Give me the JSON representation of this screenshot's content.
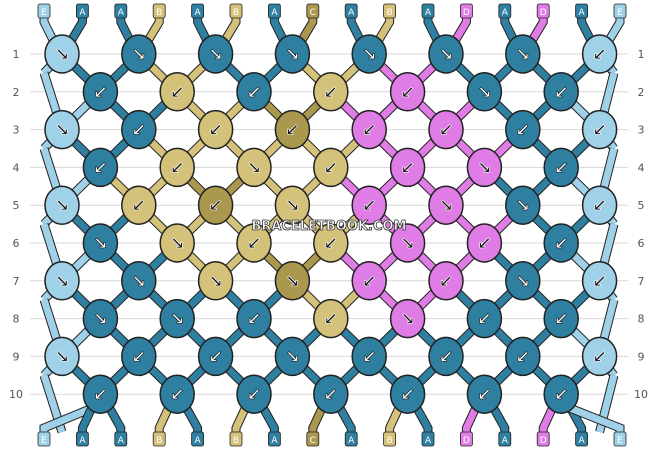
{
  "watermark": "BRACELETBOOK.COM",
  "strand_labels_top": [
    "E",
    "A",
    "A",
    "B",
    "A",
    "B",
    "A",
    "C",
    "A",
    "B",
    "A",
    "D",
    "A",
    "D",
    "A",
    "E"
  ],
  "strand_labels_bottom": [
    "E",
    "A",
    "A",
    "B",
    "A",
    "B",
    "A",
    "C",
    "A",
    "B",
    "A",
    "D",
    "A",
    "D",
    "A",
    "E"
  ],
  "row_labels": [
    "1",
    "2",
    "3",
    "4",
    "5",
    "6",
    "7",
    "8",
    "9",
    "10"
  ],
  "colors": {
    "A": "#2f7fa0",
    "B": "#d4c17a",
    "C": "#a9984d",
    "D": "#df7ce6",
    "E": "#9fd1e8",
    "outline": "#222222",
    "grid": "#d9d9d9"
  },
  "knots": {
    "odd_rows": [
      [
        "E",
        "↘"
      ],
      [
        "A",
        "↘"
      ],
      [
        "A",
        "↘"
      ],
      [
        "A",
        "↘"
      ],
      [
        "A",
        "↘"
      ],
      [
        "A",
        "↘"
      ],
      [
        "A",
        "↘"
      ],
      [
        "E",
        "↙"
      ]
    ],
    "row2": [
      [
        "A",
        "↙"
      ],
      [
        "B",
        "↙"
      ],
      [
        "A",
        "↙"
      ],
      [
        "B",
        "↙"
      ],
      [
        "D",
        "↙"
      ],
      [
        "A",
        "↘"
      ],
      [
        "A",
        "↙"
      ]
    ],
    "row3": [
      [
        "E",
        "↘"
      ],
      [
        "A",
        "↙"
      ],
      [
        "B",
        "↙"
      ],
      [
        "C",
        "↙"
      ],
      [
        "D",
        "↙"
      ],
      [
        "D",
        "↙"
      ],
      [
        "A",
        "↙"
      ],
      [
        "E",
        "↙"
      ]
    ],
    "row4": [
      [
        "A",
        "↙"
      ],
      [
        "B",
        "↙"
      ],
      [
        "B",
        "↘"
      ],
      [
        "B",
        "↙"
      ],
      [
        "D",
        "↙"
      ],
      [
        "D",
        "↘"
      ],
      [
        "A",
        "↙"
      ]
    ],
    "row5": [
      [
        "E",
        "↘"
      ],
      [
        "B",
        "↙"
      ],
      [
        "C",
        "↙"
      ],
      [
        "B",
        "↘"
      ],
      [
        "D",
        "↙"
      ],
      [
        "D",
        "↘"
      ],
      [
        "A",
        "↘"
      ],
      [
        "E",
        "↙"
      ]
    ],
    "row6": [
      [
        "A",
        "↘"
      ],
      [
        "B",
        "↘"
      ],
      [
        "B",
        "↙"
      ],
      [
        "B",
        "↙"
      ],
      [
        "D",
        "↘"
      ],
      [
        "D",
        "↙"
      ],
      [
        "A",
        "↙"
      ]
    ],
    "row7": [
      [
        "E",
        "↘"
      ],
      [
        "A",
        "↘"
      ],
      [
        "B",
        "↘"
      ],
      [
        "C",
        "↘"
      ],
      [
        "D",
        "↙"
      ],
      [
        "D",
        "↙"
      ],
      [
        "A",
        "↘"
      ],
      [
        "E",
        "↙"
      ]
    ],
    "row8": [
      [
        "A",
        "↘"
      ],
      [
        "A",
        "↘"
      ],
      [
        "A",
        "↙"
      ],
      [
        "B",
        "↙"
      ],
      [
        "D",
        "↘"
      ],
      [
        "A",
        "↙"
      ],
      [
        "A",
        "↙"
      ]
    ],
    "row9": [
      [
        "E",
        "↘"
      ],
      [
        "A",
        "↙"
      ],
      [
        "A",
        "↙"
      ],
      [
        "A",
        "↘"
      ],
      [
        "A",
        "↙"
      ],
      [
        "A",
        "↙"
      ],
      [
        "A",
        "↙"
      ],
      [
        "E",
        "↙"
      ]
    ],
    "row10": [
      [
        "A",
        "↙"
      ],
      [
        "A",
        "↙"
      ],
      [
        "A",
        "↙"
      ],
      [
        "A",
        "↙"
      ],
      [
        "A",
        "↙"
      ],
      [
        "A",
        "↙"
      ],
      [
        "A",
        "↙"
      ]
    ]
  }
}
